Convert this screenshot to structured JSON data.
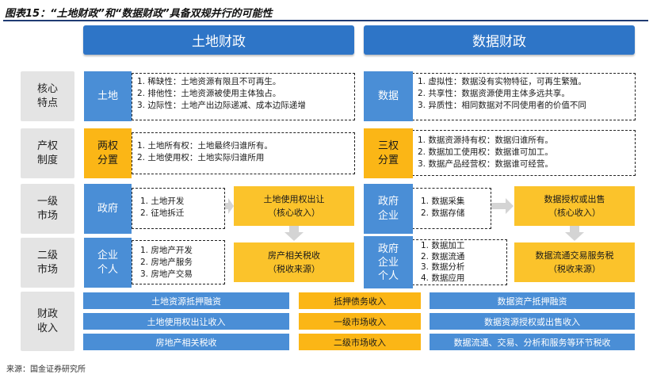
{
  "figure_title": "图表15：“土地财政”和“数据财政”具备双规并行的可能性",
  "source": "来源：国金证券研究所",
  "column_headers": {
    "land": "土地财政",
    "data": "数据财政"
  },
  "row_labels": {
    "core": [
      "核心",
      "特点"
    ],
    "property": [
      "产权",
      "制度"
    ],
    "primary": [
      "一级",
      "市场"
    ],
    "secondary": [
      "二级",
      "市场"
    ],
    "revenue": [
      "财政",
      "收入"
    ]
  },
  "land": {
    "core_tag": "土地",
    "core_items": [
      "1. 稀缺性：土地资源有限且不可再生。",
      "2. 排他性：土地资源被使用主体独占。",
      "3. 边际性：土地产出边际递减、成本边际递增"
    ],
    "property_tag": [
      "两权",
      "分置"
    ],
    "property_items": [
      "1. 土地所有权：土地最终归谁所有。",
      "2. 土地使用权：土地实际归谁所用"
    ],
    "primary_tag": "政府",
    "primary_items": [
      "1.  土地开发",
      "2.  征地拆迁"
    ],
    "primary_result": [
      "土地使用权出让",
      "（核心收入）"
    ],
    "secondary_tag": [
      "企业",
      "个人"
    ],
    "secondary_items": [
      "1.  房地产开发",
      "2.  房地产服务",
      "3.  房地产交易"
    ],
    "secondary_result": [
      "房产相关税收",
      "（税收来源）"
    ],
    "revenue_items": [
      "土地资源抵押融资",
      "土地使用权出让收入",
      "房地产相关税收"
    ]
  },
  "middle_revenue": [
    "抵押债务收入",
    "一级市场收入",
    "二级市场收入"
  ],
  "data_side": {
    "core_tag": "数据",
    "core_items": [
      "1. 虚拟性：数据没有实物特征，可再生繁殖。",
      "2. 共享性：数据资源使用主体多远共享。",
      "3. 异质性：相同数据对不同使用者的价值不同"
    ],
    "property_tag": [
      "三权",
      "分置"
    ],
    "property_items": [
      "1. 数据资源持有权：数据归谁所有。",
      "2. 数据加工使用权：数据谁可加工。",
      "3. 数据产品经营权：数据谁可经营。"
    ],
    "primary_tag": [
      "政府",
      "企业"
    ],
    "primary_items": [
      "1.  数据采集",
      "2.  数据存储"
    ],
    "primary_result": [
      "数据授权或出售",
      "（核心收入）"
    ],
    "secondary_tag": [
      "政府",
      "企业",
      "个人"
    ],
    "secondary_items": [
      "1.  数据加工",
      "2.  数据流通",
      "3.  数据分析",
      "4.  数据应用"
    ],
    "secondary_result": [
      "数据流通交易服务税",
      "（税收来源）"
    ],
    "revenue_items": [
      "数据资产抵押融资",
      "数据资源授权或出售收入",
      "数据流通、交易、分析和服务等环节税收"
    ]
  }
}
